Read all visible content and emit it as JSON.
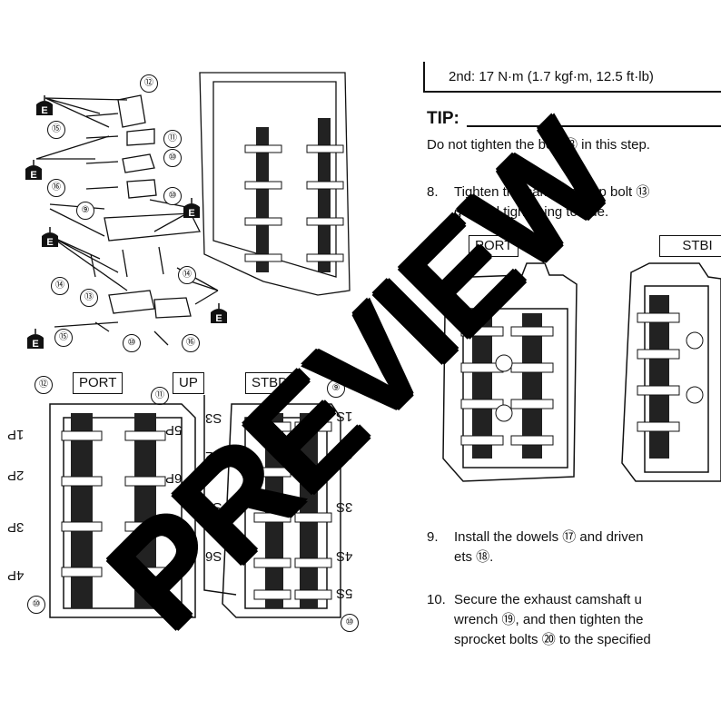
{
  "spec": {
    "text": "2nd: 17 N·m (1.7 kgf·m, 12.5 ft·lb)"
  },
  "tip": {
    "label": "TIP:",
    "text": "Do not tighten the bolt ⑬ in this step."
  },
  "step8": {
    "num": "8.",
    "line1": "Tighten the camshaft cap bolt ⑬",
    "line2": "general tightening torque."
  },
  "step9": {
    "num": "9.",
    "line1": "Install the dowels ⑰ and driven",
    "line2": "ets ⑱."
  },
  "step10": {
    "num": "10.",
    "line1": "Secure the exhaust camshaft u",
    "line2": "wrench ⑲, and then tighten the",
    "line3": "sprocket bolts ⑳ to the specified"
  },
  "fig_right": {
    "port": "PORT",
    "stbd": "STBI"
  },
  "fig_bottom": {
    "port": "PORT",
    "up": "UP",
    "stbd": "STBD",
    "left_cyl": [
      "1P",
      "2P",
      "3P",
      "4P"
    ],
    "right_cyl": [
      "5P",
      "6P",
      "7P",
      "8P"
    ],
    "stbd_left": [
      "S3",
      "S2",
      "S3",
      "S6"
    ],
    "stbd_right": [
      "1S",
      "2S",
      "3S",
      "4S",
      "5S"
    ]
  },
  "callouts": {
    "c9": "⑨",
    "c10": "⑩",
    "c11": "⑪",
    "c12": "⑫",
    "c13": "⑬",
    "c14": "⑭",
    "c15": "⑮",
    "c16": "⑯"
  },
  "e_icon": "E",
  "watermark": "PREVIEW"
}
